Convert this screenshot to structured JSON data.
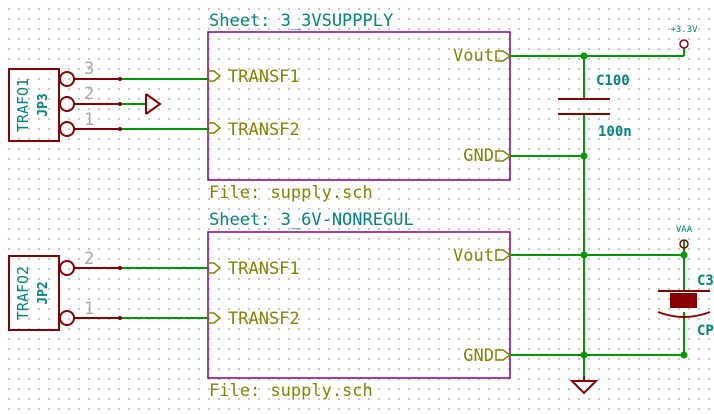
{
  "sheets": [
    {
      "name": "Sheet: 3_3VSUPPPLY",
      "file": "File: supply.sch",
      "inputs": [
        "TRANSF1",
        "TRANSF2"
      ],
      "outputs": [
        "Vout",
        "GND"
      ]
    },
    {
      "name": "Sheet: 3_6V-NONREGUL",
      "file": "File: supply.sch",
      "inputs": [
        "TRANSF1",
        "TRANSF2"
      ],
      "outputs": [
        "Vout",
        "GND"
      ]
    }
  ],
  "connectors": [
    {
      "ref": "JP3",
      "value": "TRAFO1",
      "pins": [
        "3",
        "2",
        "1"
      ]
    },
    {
      "ref": "JP2",
      "value": "TRAFO2",
      "pins": [
        "2",
        "1"
      ]
    }
  ],
  "capacitors": [
    {
      "ref": "C100",
      "value": "100n"
    },
    {
      "ref": "C3",
      "value": "CP"
    }
  ],
  "power": {
    "plus_3v3": "+3.3V",
    "vaa": "VAA"
  },
  "colors": {
    "wire": "#009900",
    "component": "#880000",
    "sheet_border": "#880088",
    "sheet_text": "#008484",
    "label_text": "#848400",
    "pin_number": "#a8a8a8"
  }
}
